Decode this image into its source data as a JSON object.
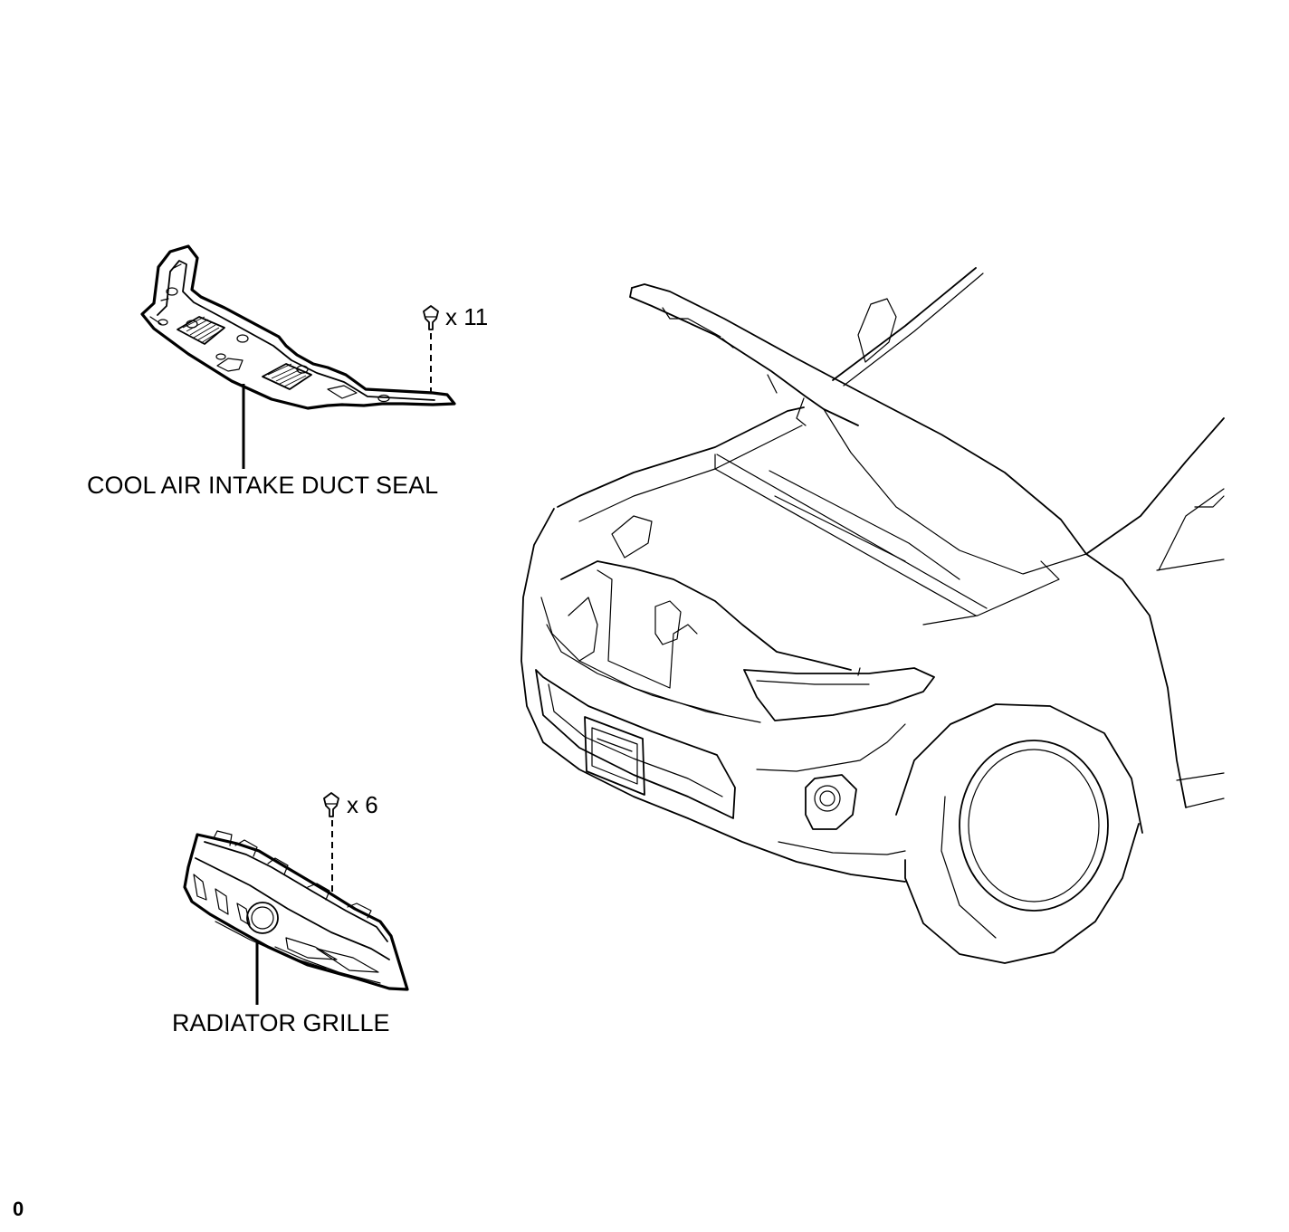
{
  "labels": {
    "duct_seal": "COOL AIR INTAKE DUCT SEAL",
    "radiator_grille": "RADIATOR GRILLE"
  },
  "quantities": {
    "duct_seal_clips": "x 11",
    "grille_clips": "x 6"
  },
  "figure_code": "0"
}
